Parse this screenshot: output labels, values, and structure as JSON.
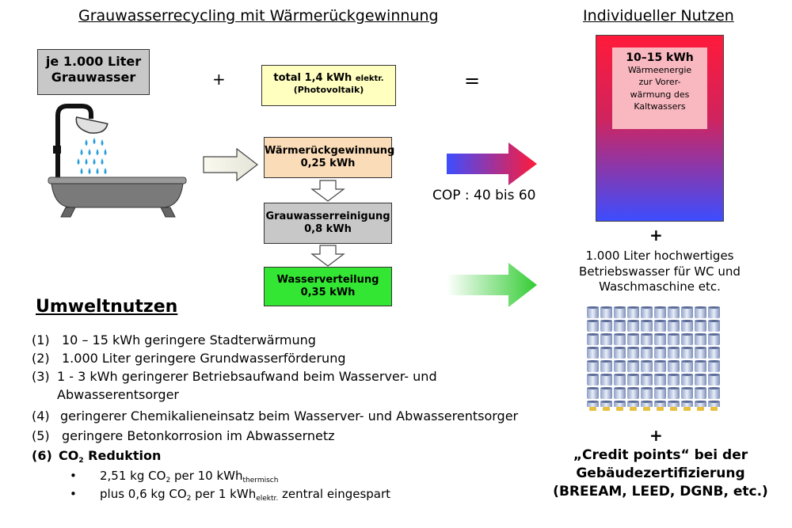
{
  "title_left": "Grauwasserrecycling mit Wärmerückgewinnung",
  "title_right": "Individueller Nutzen",
  "input_box": {
    "line1": "je 1.000 Liter",
    "line2": "Grauwasser"
  },
  "plus": "+",
  "equals": "=",
  "energy_box": {
    "line1_main": "total 1,4 kWh",
    "line1_small": "elektr.",
    "line2": "(Photovoltaik)"
  },
  "steps": [
    {
      "name": "Wärmerückgewinnung",
      "value": "0,25 kWh"
    },
    {
      "name": "Grauwasserreinigung",
      "value": "0,8 kWh"
    },
    {
      "name": "Wasserverteilung",
      "value": "0,35 kWh"
    }
  ],
  "cop_label": "COP : 40 bis 60",
  "heat_box": {
    "value": "10–15 kWh",
    "desc": [
      "Wärmeenergie",
      "zur Vorer-",
      "wärmung des",
      "Kaltwassers"
    ]
  },
  "water_text": [
    "1.000 Liter hochwertiges",
    "Betriebswasser für WC und",
    "Waschmaschine etc."
  ],
  "credit_text": [
    "„Credit points“ bei der",
    "Gebäudezertifizierung",
    "(BREEAM, LEED, DGNB, etc.)"
  ],
  "umwelt_title": "Umweltnutzen",
  "benefits": [
    {
      "num": "(1)",
      "text": "10 – 15 kWh geringere Stadterwärmung"
    },
    {
      "num": "(2)",
      "text": "1.000 Liter geringere Grundwasserförderung"
    },
    {
      "num": "(3)",
      "text": "1 - 3 kWh geringerer Betriebsaufwand beim Wasserver- und"
    },
    {
      "num": "",
      "text": "Abwasserentsorger"
    },
    {
      "num": "(4)",
      "text": "geringerer Chemikalieneinsatz beim Wasserver- und Abwasserentsorger"
    },
    {
      "num": "(5)",
      "text": "geringere Betonkorrosion im Abwassernetz"
    }
  ],
  "co2": {
    "num": "(6)",
    "label_pre": "CO",
    "label_sub": "2",
    "label_post": " Reduktion"
  },
  "bullets": [
    {
      "pre": "2,51 kg CO",
      "sub1": "2",
      "mid": " per  10 kWh",
      "sub2": "thermisch",
      "post": ""
    },
    {
      "pre": "plus 0,6 kg CO",
      "sub1": "2",
      "mid": " per 1 kWh",
      "sub2": "elektr.",
      "post": " zentral eingespart"
    }
  ],
  "colors": {
    "input_gray": "#c8c8c8",
    "energy_yellow": "#ffffc0",
    "heat_orange": "#fbdcb8",
    "clean_gray": "#c8c8c8",
    "dist_green": "#33e633",
    "gradient_red": "#ff1a3a",
    "gradient_blue": "#3d4dff"
  }
}
